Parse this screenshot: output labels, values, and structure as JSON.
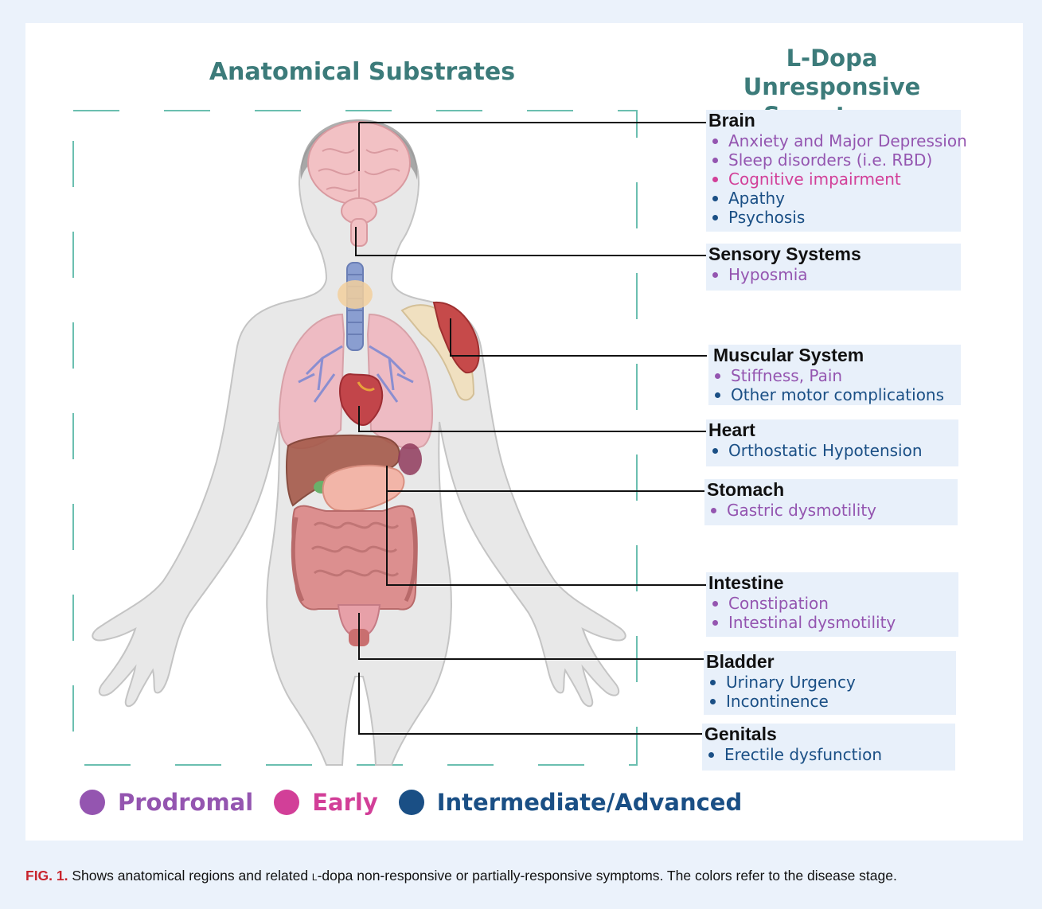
{
  "titles": {
    "left": "Anatomical Substrates",
    "right_line1": "L-Dopa",
    "right_line2": "Unresponsive Symptoms"
  },
  "colors": {
    "prodromal": "#9455b0",
    "early": "#d23f98",
    "advanced": "#1a4f85",
    "heading": "#3c7b7a",
    "dash_box": "#6bbfb0",
    "panel": "#e8f0fa"
  },
  "regions": {
    "brain": {
      "name": "Brain",
      "items": [
        {
          "text": "Anxiety and Major Depression",
          "stage": "prodromal"
        },
        {
          "text": "Sleep disorders (i.e. RBD)",
          "stage": "prodromal"
        },
        {
          "text": "Cognitive impairment",
          "stage": "early"
        },
        {
          "text": "Apathy",
          "stage": "advanced"
        },
        {
          "text": "Psychosis",
          "stage": "advanced"
        }
      ]
    },
    "sensory": {
      "name": "Sensory Systems",
      "items": [
        {
          "text": "Hyposmia",
          "stage": "prodromal"
        }
      ]
    },
    "muscular": {
      "name": "Muscular System",
      "items": [
        {
          "text": "Stiffness, Pain",
          "stage": "prodromal"
        },
        {
          "text": "Other motor complications",
          "stage": "advanced"
        }
      ]
    },
    "heart": {
      "name": "Heart",
      "items": [
        {
          "text": "Orthostatic Hypotension",
          "stage": "advanced"
        }
      ]
    },
    "stomach": {
      "name": "Stomach",
      "items": [
        {
          "text": "Gastric dysmotility",
          "stage": "prodromal"
        }
      ]
    },
    "intestine": {
      "name": "Intestine",
      "items": [
        {
          "text": "Constipation",
          "stage": "prodromal"
        },
        {
          "text": "Intestinal dysmotility",
          "stage": "prodromal"
        }
      ]
    },
    "bladder": {
      "name": "Bladder",
      "items": [
        {
          "text": "Urinary Urgency",
          "stage": "advanced"
        },
        {
          "text": "Incontinence",
          "stage": "advanced"
        }
      ]
    },
    "genitals": {
      "name": "Genitals",
      "items": [
        {
          "text": "Erectile dysfunction",
          "stage": "advanced"
        }
      ]
    }
  },
  "legend": {
    "prodromal": "Prodromal",
    "early": "Early",
    "advanced": "Intermediate/Advanced"
  },
  "caption": {
    "label": "FIG. 1.",
    "text_before": " Shows anatomical regions and related ",
    "ldopa": "l",
    "text_after": "-dopa non-responsive or partially-responsive symptoms. The colors refer to the disease stage."
  }
}
